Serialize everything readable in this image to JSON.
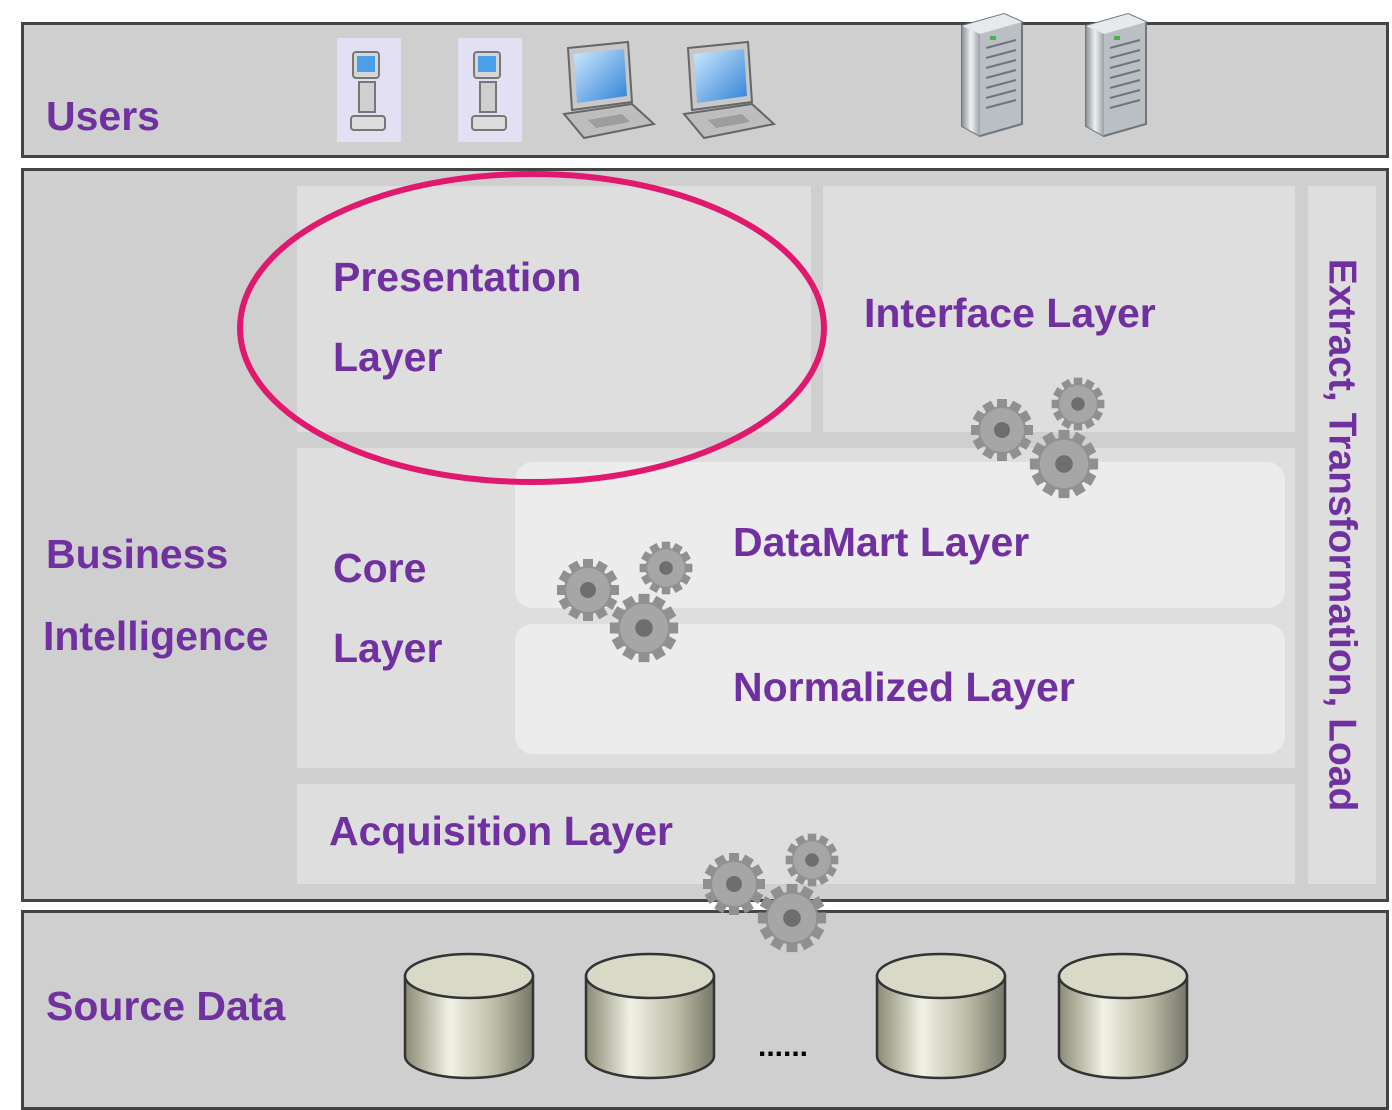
{
  "users": {
    "label": "Users"
  },
  "bi": {
    "label_line1": "Business",
    "label_line2": "Intelligence",
    "presentation_line1": "Presentation",
    "presentation_line2": "Layer",
    "interface": "Interface Layer",
    "core_line1": "Core",
    "core_line2": "Layer",
    "datamart": "DataMart Layer",
    "normalized": "Normalized Layer",
    "acquisition": "Acquisition Layer",
    "etl": "Extract, Transformation, Load"
  },
  "source": {
    "label": "Source Data",
    "ellipsis": "......"
  },
  "colors": {
    "text": "#7030a0",
    "highlight": "#e0186e",
    "band": "#cfcfcf",
    "panel": "#dedede"
  },
  "icons": [
    "desktop-computer-icon",
    "laptop-icon",
    "server-icon",
    "gears-icon",
    "database-cylinder-icon"
  ]
}
